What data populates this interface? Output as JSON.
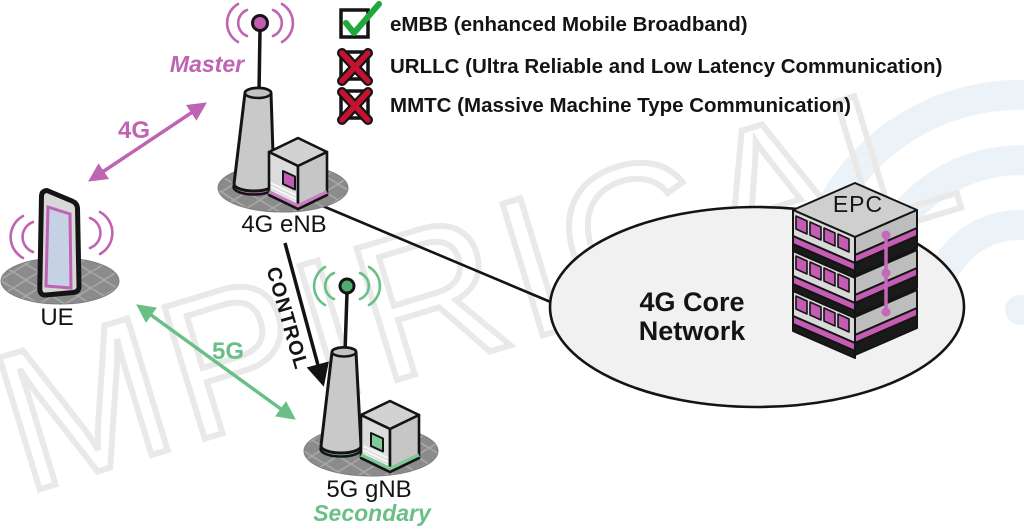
{
  "legend": {
    "items": [
      {
        "state": "checked",
        "label": "eMBB (enhanced Mobile Broadband)"
      },
      {
        "state": "crossed",
        "label": "URLLC (Ultra Reliable and Low Latency Communication)"
      },
      {
        "state": "crossed",
        "label": "MMTC (Massive Machine Type Communication)"
      }
    ]
  },
  "nodes": {
    "ue": {
      "label": "UE"
    },
    "enb": {
      "label": "4G eNB",
      "role": "Master"
    },
    "gnb": {
      "label": "5G gNB",
      "role": "Secondary"
    },
    "core": {
      "label_lines": [
        "4G Core",
        "Network"
      ],
      "epc_label": "EPC"
    }
  },
  "links": {
    "lte": {
      "label": "4G"
    },
    "nr": {
      "label": "5G"
    },
    "control": {
      "label": "CONTROL"
    }
  },
  "watermark": {
    "brand": "MPIRICAL"
  },
  "colors": {
    "magenta_accent": "#bf63b3",
    "magenta_fill": "#c45cb4",
    "magenta_ring": "#cc7ec2",
    "green_accent": "#6abf87",
    "green_fill": "#4fae6d",
    "green_ring": "#7cc795",
    "check_green": "#1fa83c",
    "cross_red": "#c41230",
    "tower_gray": "#c9c9c9",
    "ground_gray": "#8b8b8b",
    "core_ellipse_fill": "#f1f1f1",
    "watermark_gray": "#e9e9e9",
    "watermark_blue": "#ecf3f8"
  }
}
